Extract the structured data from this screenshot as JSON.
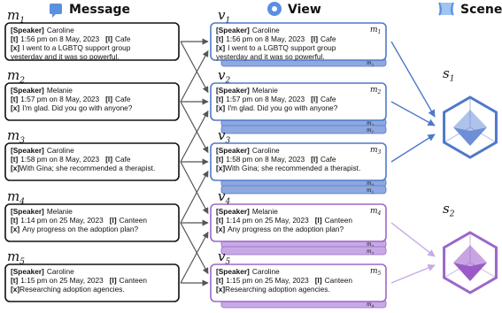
{
  "headers": {
    "message": "Message",
    "view": "View",
    "scene": "Scene"
  },
  "colors": {
    "blue": "#4f79c9",
    "blue_tab": "#8fa8e0",
    "purple": "#9b67c8",
    "purple_tab": "#c7a9e6",
    "arrow_gray": "#555555",
    "cube_blue_face": "#6e8fd8",
    "cube_purple_face": "#9a5bc9"
  },
  "messages": [
    {
      "var": "m",
      "sub": "1",
      "speaker": "Caroline",
      "time": "1:56 pm on 8 May, 2023",
      "location": "Cafe",
      "text_lines": [
        "I went to a LGBTQ support group",
        "yesterday and it was so powerful."
      ],
      "text_prefix_space": true
    },
    {
      "var": "m",
      "sub": "2",
      "speaker": "Melanie",
      "time": "1:57 pm on 8 May, 2023",
      "location": "Cafe",
      "text_lines": [
        "I'm glad. Did you go with anyone?"
      ],
      "text_prefix_space": true
    },
    {
      "var": "m",
      "sub": "3",
      "speaker": "Caroline",
      "time": "1:58 pm on 8 May, 2023",
      "location": "Cafe",
      "text_lines": [
        "With Gina; she recommended a therapist."
      ],
      "text_prefix_space": false
    },
    {
      "var": "m",
      "sub": "4",
      "speaker": "Melanie",
      "time": "1:14 pm on 25 May, 2023",
      "location": "Canteen",
      "text_lines": [
        "Any progress on the adoption plan?"
      ],
      "text_prefix_space": true
    },
    {
      "var": "m",
      "sub": "5",
      "speaker": "Caroline",
      "time": "1:15 pm on 25 May, 2023",
      "location": "Canteen",
      "text_lines": [
        "Researching adoption agencies."
      ],
      "text_prefix_space": false
    }
  ],
  "views": [
    {
      "var": "v",
      "sub": "1",
      "corner": "m",
      "corner_sub": "1",
      "tabs": [
        {
          "label": "m",
          "sub": "2"
        }
      ],
      "color": "blue"
    },
    {
      "var": "v",
      "sub": "2",
      "corner": "m",
      "corner_sub": "2",
      "tabs": [
        {
          "label": "m",
          "sub": "3"
        },
        {
          "label": "m",
          "sub": "1"
        }
      ],
      "color": "blue"
    },
    {
      "var": "v",
      "sub": "3",
      "corner": "m",
      "corner_sub": "3",
      "tabs": [
        {
          "label": "m",
          "sub": "4"
        },
        {
          "label": "m",
          "sub": "2"
        }
      ],
      "color": "blue"
    },
    {
      "var": "v",
      "sub": "4",
      "corner": "m",
      "corner_sub": "4",
      "tabs": [
        {
          "label": "m",
          "sub": "5"
        },
        {
          "label": "m",
          "sub": "3"
        }
      ],
      "color": "purple"
    },
    {
      "var": "v",
      "sub": "5",
      "corner": "m",
      "corner_sub": "5",
      "tabs": [
        {
          "label": "m",
          "sub": "4"
        }
      ],
      "color": "purple"
    }
  ],
  "scenes": [
    {
      "var": "s",
      "sub": "1",
      "color": "blue"
    },
    {
      "var": "s",
      "sub": "2",
      "color": "purple"
    }
  ],
  "field_tags": {
    "speaker": "[Speaker]",
    "time": "[t]",
    "location": "[l]",
    "text": "[x]"
  }
}
